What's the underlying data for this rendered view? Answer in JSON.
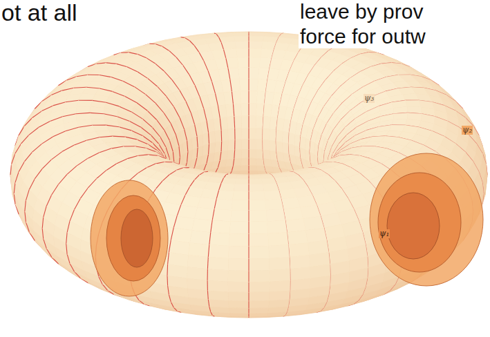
{
  "diagram": {
    "labels": [
      "ot at all",
      "leave by prov",
      "force for outw",
      "ψ₃",
      "ψ₂",
      "ψ₁"
    ]
  }
}
